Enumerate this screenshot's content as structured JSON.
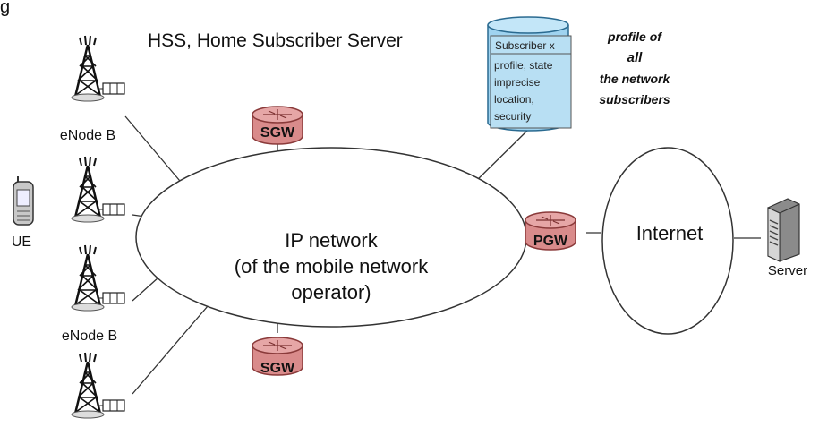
{
  "header": {
    "partial_text": "g"
  },
  "hss": {
    "title": "HSS, Home Subscriber Server",
    "record_header": "Subscriber x",
    "record_lines": [
      "profile, state",
      "imprecise",
      "location,",
      "security"
    ],
    "note_line1": "profile of",
    "note_line2": "all",
    "note_line3": "the network",
    "note_line4": "subscribers"
  },
  "ip_network": {
    "line1": "IP network",
    "line2": "(of the mobile network",
    "line3": "operator)"
  },
  "internet": {
    "label": "Internet"
  },
  "nodes": {
    "sgw_top": "SGW",
    "sgw_bottom": "SGW",
    "pgw": "PGW",
    "enodeb_top_label": "eNode B",
    "enodeb_bottom_label": "eNode B",
    "ue_label": "UE",
    "server_label": "Server"
  },
  "colors": {
    "router_fill": "#d98b8b",
    "router_stroke": "#8a3a3a",
    "hss_fill": "#9fd3f0",
    "hss_stroke": "#2a6a90",
    "line": "#333333"
  },
  "icons": {
    "tower": "cell-tower-icon",
    "phone": "mobile-phone-icon",
    "server": "server-icon",
    "router": "router-icon",
    "database": "database-icon"
  }
}
